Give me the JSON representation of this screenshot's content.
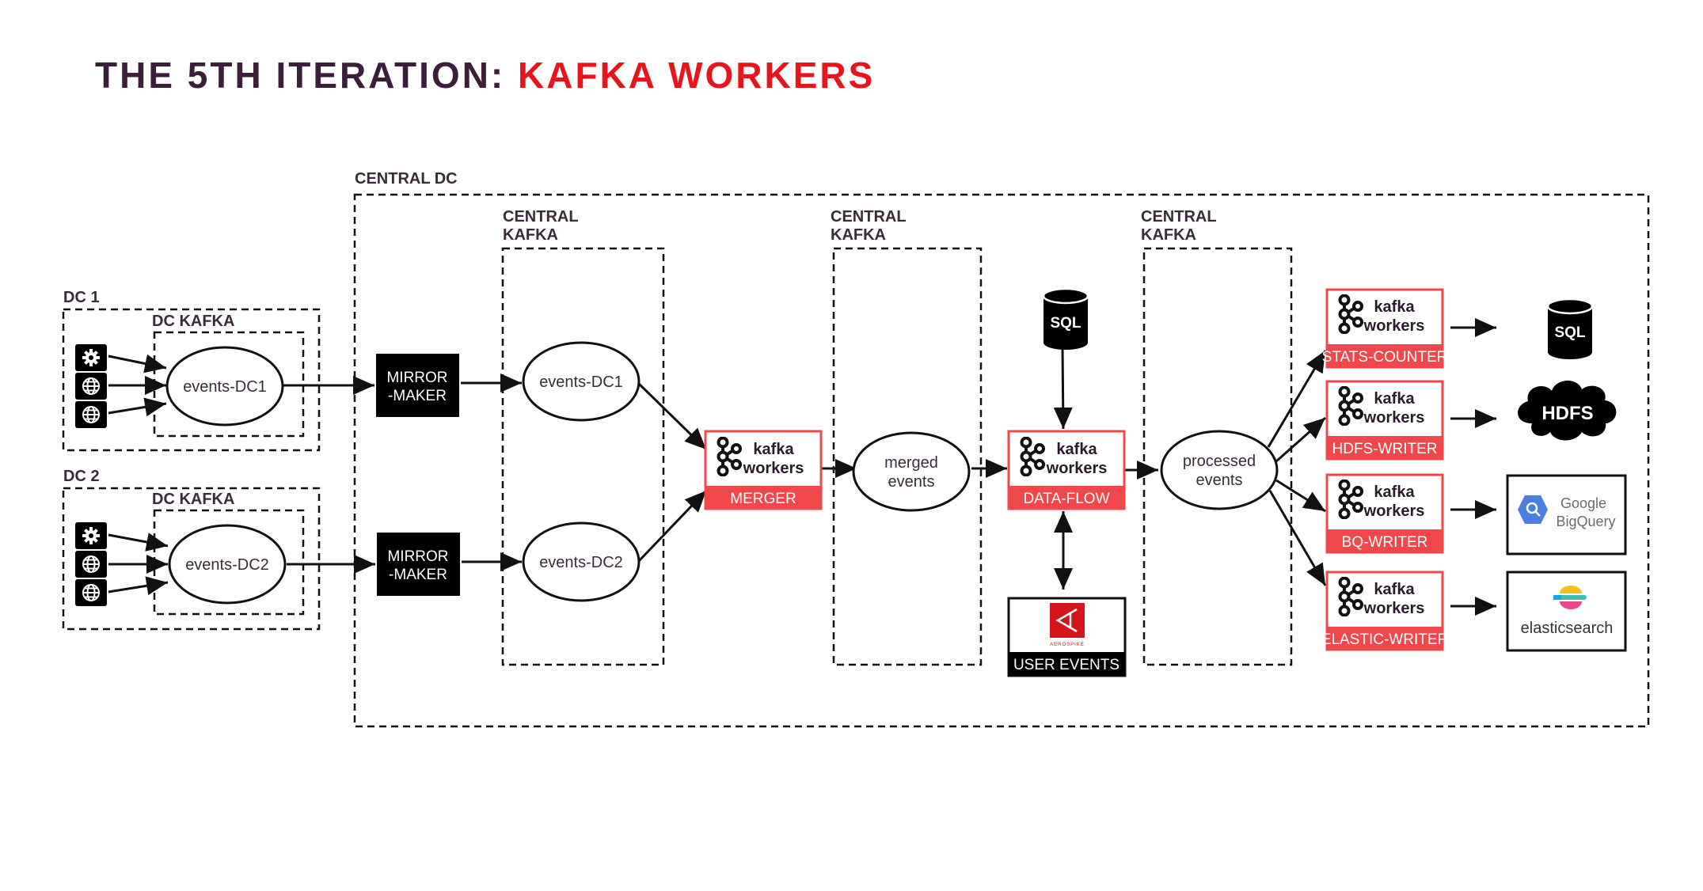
{
  "title": {
    "part1": "THE 5TH ITERATION: ",
    "part2": "KAFKA WORKERS"
  },
  "colors": {
    "title_dark": "#3b1f3a",
    "accent_red": "#e8141b",
    "worker_border": "#f0474b",
    "black": "#000000"
  },
  "labels": {
    "central_dc": "CENTRAL DC",
    "dc1": "DC 1",
    "dc2": "DC 2",
    "dc_kafka": "DC KAFKA",
    "central": "CENTRAL",
    "kafka": "KAFKA"
  },
  "sources": {
    "icons": [
      "gear-icon",
      "globe-icon",
      "globe-icon"
    ]
  },
  "events": {
    "dc1": "events-DC1",
    "dc2": "events-DC2",
    "central_dc1": "events-DC1",
    "central_dc2": "events-DC2",
    "merged": [
      "merged",
      "events"
    ],
    "processed": [
      "processed",
      "events"
    ]
  },
  "mirror_maker": [
    "MIRROR",
    "-MAKER"
  ],
  "worker_text": [
    "kafka",
    "workers"
  ],
  "workers": {
    "merger": "MERGER",
    "dataflow": "DATA-FLOW",
    "stats": "STATS-COUNTER",
    "hdfs": "HDFS-WRITER",
    "bq": "BQ-WRITER",
    "elastic": "ELASTIC-WRITER"
  },
  "stores": {
    "sql": "SQL",
    "hdfs": "HDFS",
    "google": "Google",
    "bigquery": "BigQuery",
    "elasticsearch": "elasticsearch",
    "user_events": "USER EVENTS",
    "aerospike": "AEROSPIKE"
  }
}
